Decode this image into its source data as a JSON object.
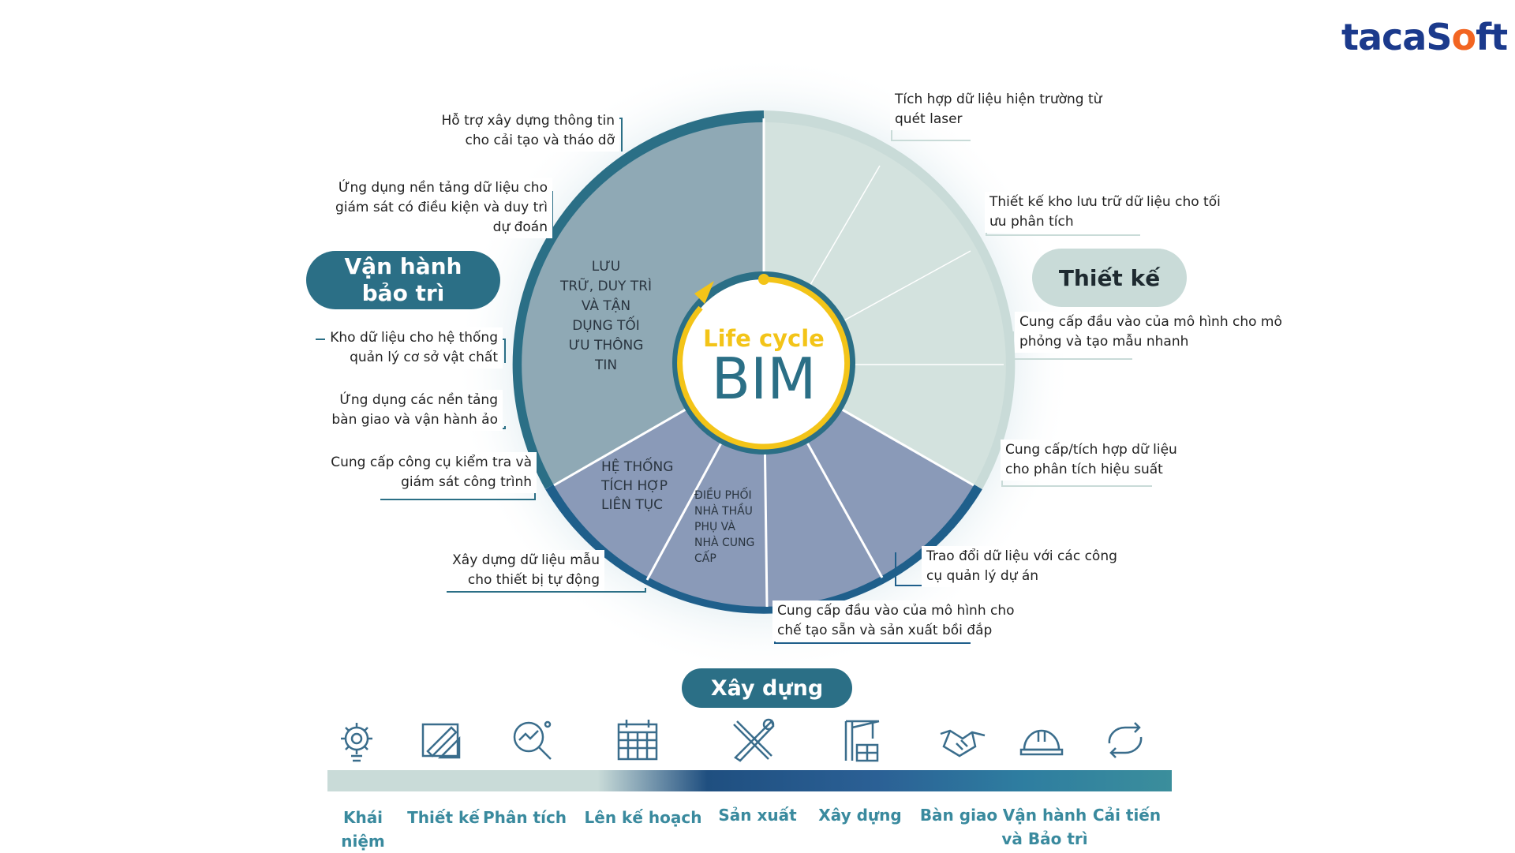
{
  "logo": {
    "text_a": "taca",
    "text_b": "S",
    "text_c": "o",
    "text_d": "ft"
  },
  "center": {
    "line1": "Life cycle",
    "line2": "BIM"
  },
  "phases": {
    "operation": "Vận hành\nbảo trì",
    "design": "Thiết kế",
    "construction": "Xây dựng"
  },
  "inner_sections": {
    "storage": "LƯU\nTRỮ, DUY TRÌ\nVÀ TẬN\nDỤNG TỐI\nƯU THÔNG\nTIN",
    "integration": "HỆ THỐNG\nTÍCH HỢP\nLIÊN TỤC",
    "coordination": "ĐIỀU PHỐI\nNHÀ THẦU\nPHỤ VÀ\nNHÀ CUNG\nCẤP"
  },
  "annotations": {
    "left": [
      "Hỗ trợ xây dựng thông tin\ncho cải tạo và tháo dỡ",
      "Ứng dụng nền tảng dữ liệu cho\ngiám sát có điều kiện và duy trì\ndự đoán",
      "Kho dữ liệu cho hệ thống\nquản lý cơ sở vật chất",
      "Ứng dụng các nền tảng\nbàn giao và vận hành ảo",
      "Cung cấp công cụ kiểm tra và\ngiám sát công trình",
      "Xây dựng dữ liệu mẫu\ncho thiết bị tự động"
    ],
    "right": [
      "Tích hợp dữ liệu hiện trường từ\nquét laser",
      "Thiết kế kho lưu trữ dữ liệu cho tối\nưu phân tích",
      "Cung cấp đầu vào của mô hình cho mô\nphỏng và tạo mẫu nhanh",
      "Cung  cấp/tích  hợp  dữ  liệu\ncho phân tích hiệu suất",
      "Trao đổi dữ liệu với  các công\ncụ quản lý dự án",
      "Cung cấp đầu vào của mô hình cho\nchế tạo sẵn và sản xuất bồi đắp"
    ]
  },
  "timeline": {
    "stages": [
      {
        "label": "Khái niệm",
        "icon": "gear-bulb-icon"
      },
      {
        "label": "Thiết kế",
        "icon": "drafting-icon"
      },
      {
        "label": "Phân tích",
        "icon": "magnifier-chart-icon"
      },
      {
        "label": "Lên kế hoạch",
        "icon": "calendar-icon"
      },
      {
        "label": "Sản xuất",
        "icon": "tools-icon"
      },
      {
        "label": "Xây dựng",
        "icon": "crane-icon"
      },
      {
        "label": "Bàn giao",
        "icon": "handshake-icon"
      },
      {
        "label": "Vận hành\nvà Bảo trì",
        "icon": "hardhat-icon"
      },
      {
        "label": "Cải tiến",
        "icon": "cycle-arrows-icon"
      }
    ]
  },
  "colors": {
    "dark_teal": "#2b6f86",
    "ring_blue": "#1f5f8b",
    "slate": "#8aa0b0",
    "light_sage": "#c9dbd8",
    "mauve": "#8a9ab8",
    "accent_yellow": "#f3c418",
    "label_teal": "#3a8a9e"
  }
}
